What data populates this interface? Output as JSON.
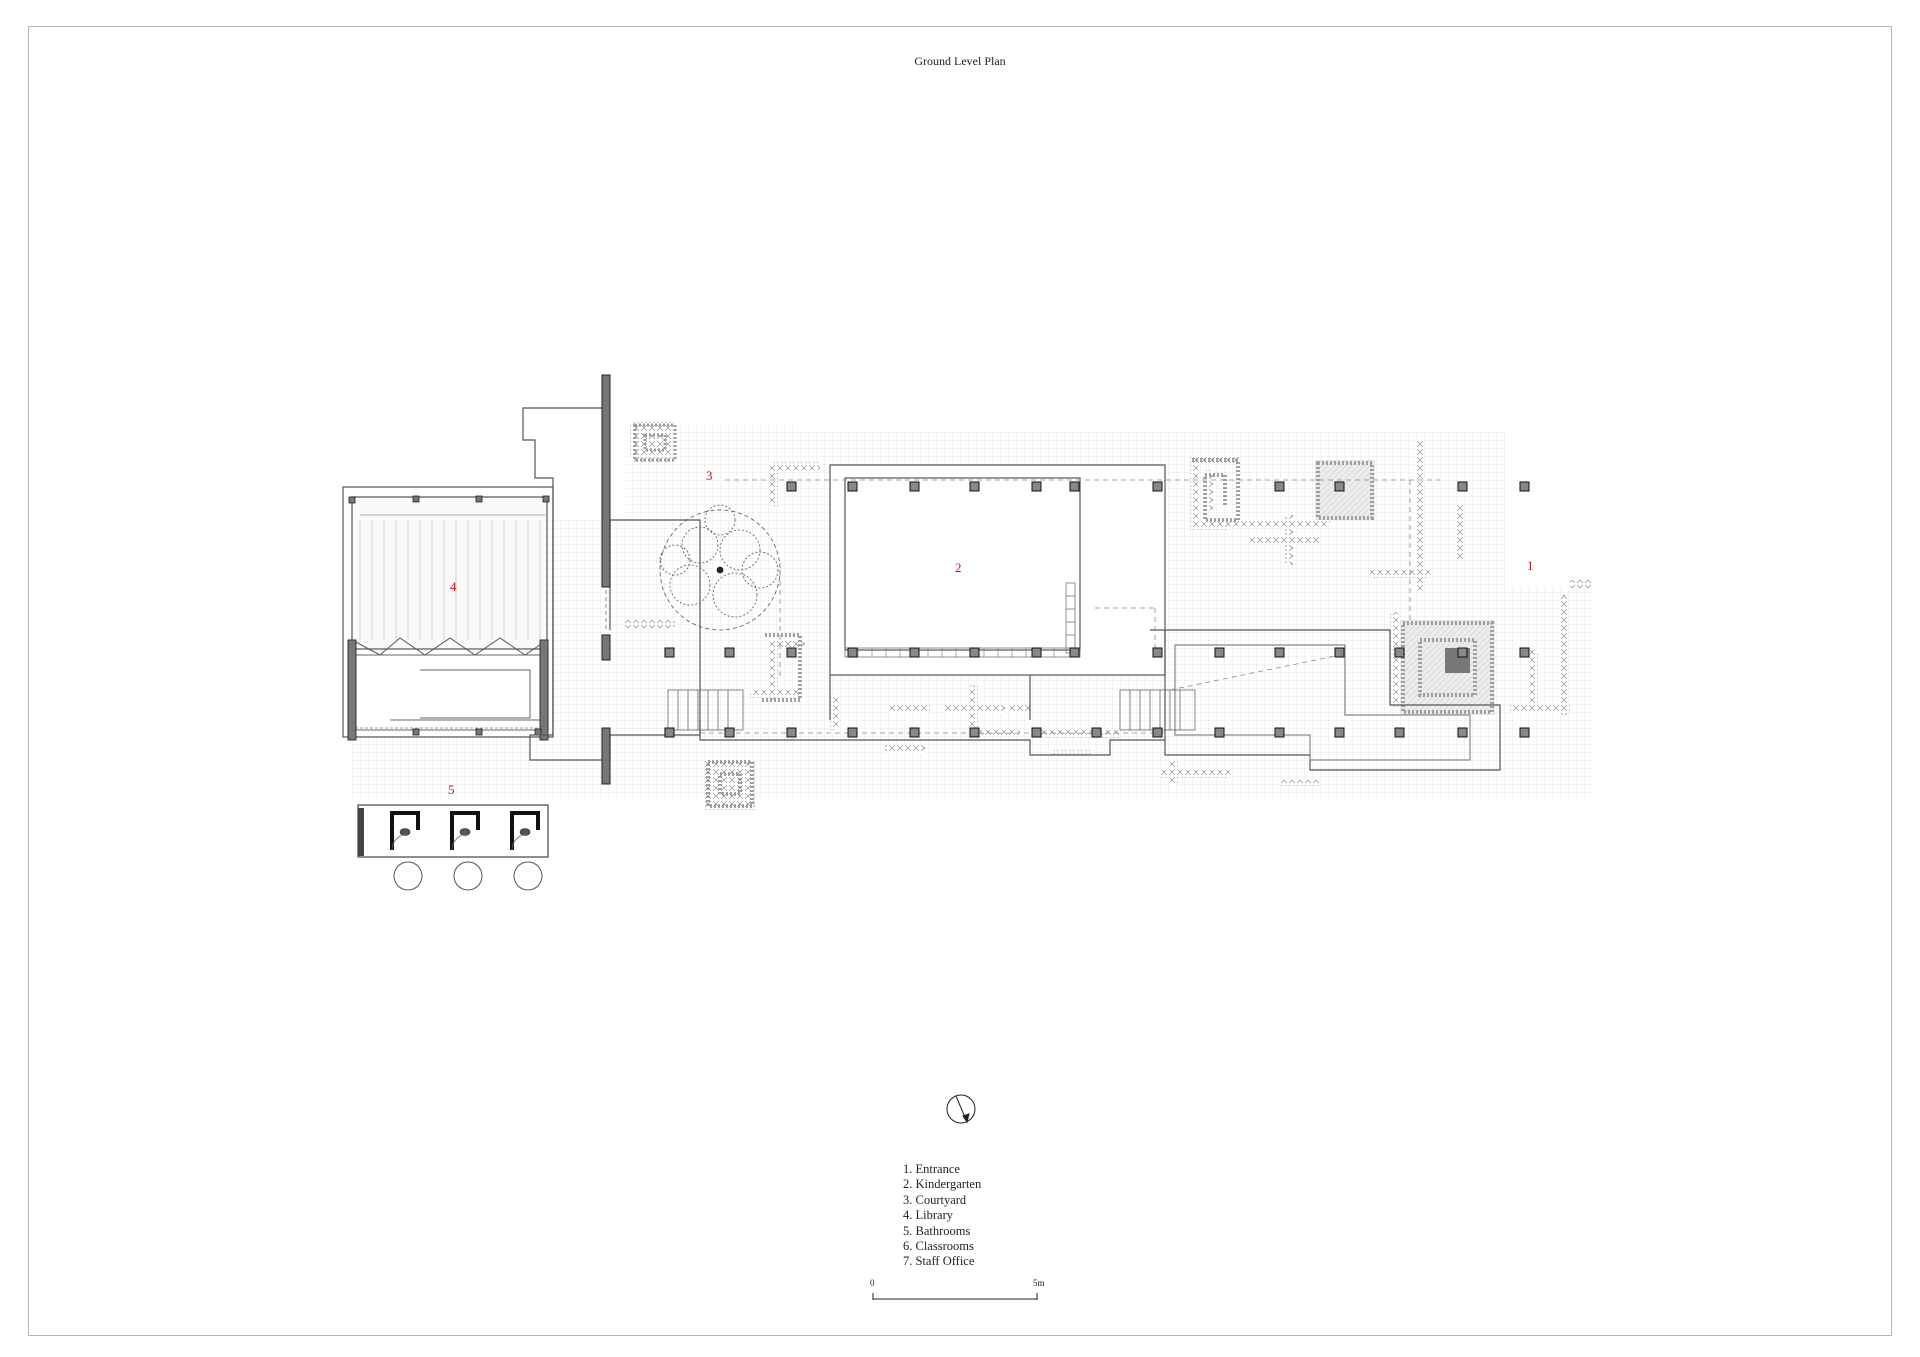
{
  "title": "Ground Level Plan",
  "room_labels": [
    {
      "id": "entrance",
      "text": "1"
    },
    {
      "id": "kindergarten",
      "text": "2"
    },
    {
      "id": "courtyard",
      "text": "3"
    },
    {
      "id": "library",
      "text": "4"
    },
    {
      "id": "bathrooms",
      "text": "5"
    }
  ],
  "legend": [
    "1. Entrance",
    "2. Kindergarten",
    "3. Courtyard",
    "4. Library",
    "5. Bathrooms",
    "6. Classrooms",
    "7. Staff Office"
  ],
  "scale_bar": {
    "start_label": "0",
    "end_label": "5m"
  },
  "colors": {
    "room_label": "#c8141a",
    "linework": "#555555",
    "grid": "#d4d4d4",
    "frame": "#b5b5b5"
  },
  "icons": {
    "north_arrow": "north-arrow-icon",
    "tree": "tree-icon"
  }
}
